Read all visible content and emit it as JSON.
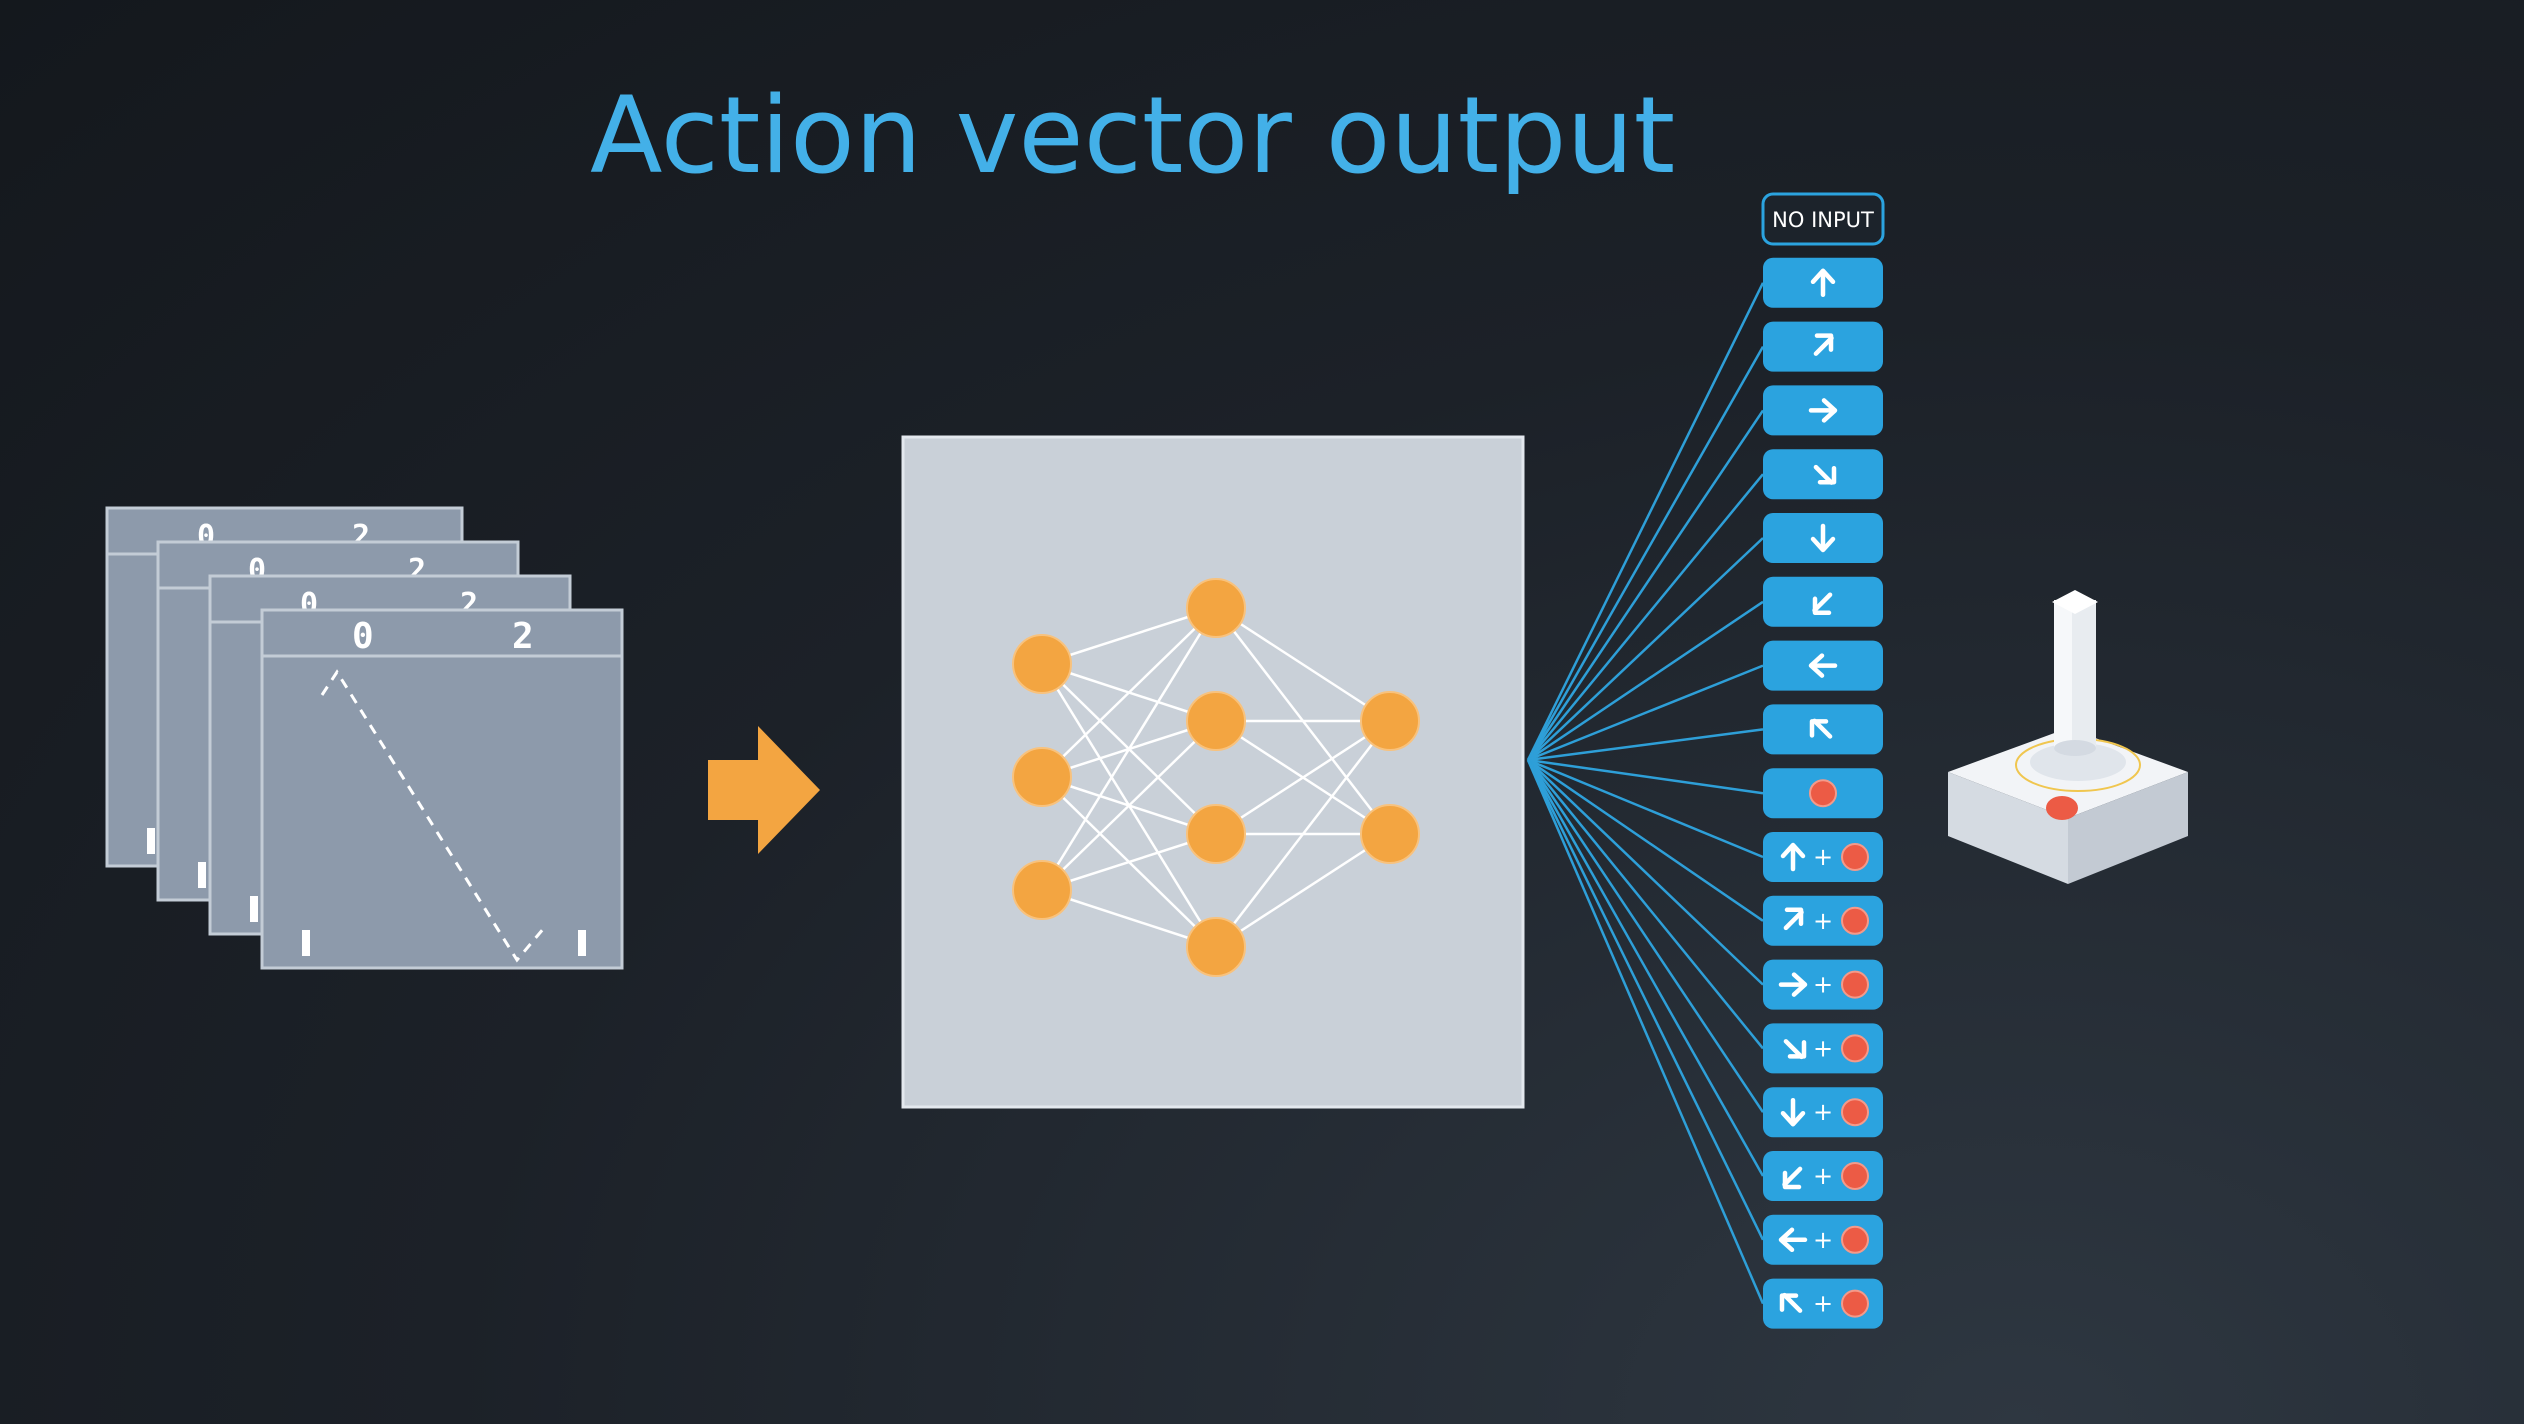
{
  "title": "Action vector output",
  "frames": {
    "score_left": "0",
    "score_right": "2"
  },
  "network": {
    "layers": [
      3,
      4,
      2
    ]
  },
  "actions": [
    {
      "label": "NO INPUT",
      "kind": "text"
    },
    {
      "arrow": "up",
      "fire": false
    },
    {
      "arrow": "up-right",
      "fire": false
    },
    {
      "arrow": "right",
      "fire": false
    },
    {
      "arrow": "down-right",
      "fire": false
    },
    {
      "arrow": "down",
      "fire": false
    },
    {
      "arrow": "down-left",
      "fire": false
    },
    {
      "arrow": "left",
      "fire": false
    },
    {
      "arrow": "up-left",
      "fire": false
    },
    {
      "arrow": "none",
      "fire": true
    },
    {
      "arrow": "up",
      "fire": true
    },
    {
      "arrow": "up-right",
      "fire": true
    },
    {
      "arrow": "right",
      "fire": true
    },
    {
      "arrow": "down-right",
      "fire": true
    },
    {
      "arrow": "down",
      "fire": true
    },
    {
      "arrow": "down-left",
      "fire": true
    },
    {
      "arrow": "left",
      "fire": true
    },
    {
      "arrow": "up-left",
      "fire": true
    }
  ],
  "plus_sign": "+",
  "colors": {
    "title": "#43b0e8",
    "action_fill": "#2ba3df",
    "fan_line": "#2e9fd8",
    "neuron": "#f3a541",
    "arrow": "#f3a541",
    "fire_button": "#ec5b45",
    "network_panel": "#c9d0d8",
    "frame": "#8d9aab"
  },
  "icons": {
    "input_arrow": "right-arrow-icon",
    "controller": "joystick-icon"
  }
}
